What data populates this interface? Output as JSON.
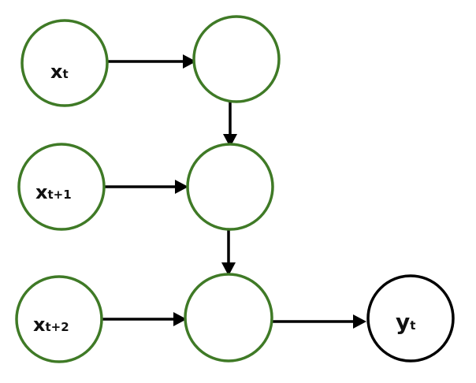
{
  "nodes": {
    "x_t": {
      "main": "x",
      "sub": "t"
    },
    "x_t1": {
      "main": "x",
      "sub": "t+1"
    },
    "x_t2": {
      "main": "x",
      "sub": "t+2"
    },
    "y_t": {
      "main": "y",
      "sub": "t"
    }
  },
  "colors": {
    "node_stroke_green": "#3f7a26",
    "node_stroke_black": "#000000",
    "edge": "#000000"
  }
}
